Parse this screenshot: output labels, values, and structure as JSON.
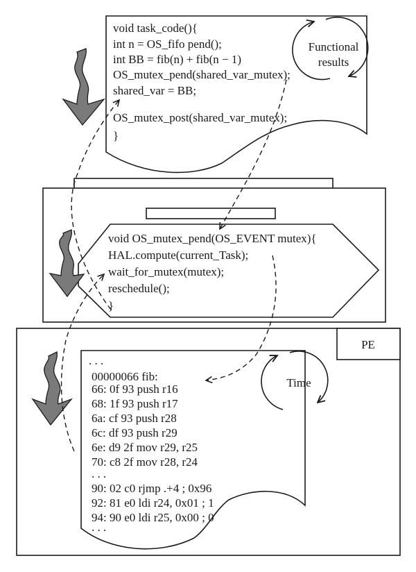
{
  "colors": {
    "stroke": "#1a1a1a",
    "thread_arrow_fill": "#7a7a7a",
    "background": "#ffffff"
  },
  "task_layer": {
    "code_lines": [
      "void task_code(){",
      "int n = OS_fifo pend();",
      "int BB = fib(n) + fib(n − 1)",
      "OS_mutex_pend(shared_var_mutex);",
      "shared_var = BB;",
      "",
      "OS_mutex_post(shared_var_mutex);",
      "}"
    ],
    "cycle_label_line1": "Functional",
    "cycle_label_line2": "results"
  },
  "os_layer": {
    "code_lines": [
      "void OS_mutex_pend(OS_EVENT mutex){",
      "HAL.compute(current_Task);",
      "wait_for_mutex(mutex);",
      "reschedule();",
      "}"
    ]
  },
  "pe_layer": {
    "label": "PE",
    "code_lines": [
      ". . .",
      "00000066 fib:",
      "66: 0f 93 push r16",
      "68: 1f 93 push r17",
      "6a: cf 93 push r28",
      "6c: df 93 push r29",
      "6e: d9 2f mov r29, r25",
      "70: c8 2f mov r28, r24",
      ". . .",
      "90: 02 c0 rjmp .+4 ; 0x96",
      "92: 81 e0 ldi r24, 0x01 ; 1",
      "94: 90 e0 ldi r25, 0x00 ; 0",
      ". . ."
    ],
    "cycle_label": "Time"
  },
  "icons": {
    "thread_arrow": "wavy-down-arrow",
    "cycle": "circular-arrows"
  }
}
